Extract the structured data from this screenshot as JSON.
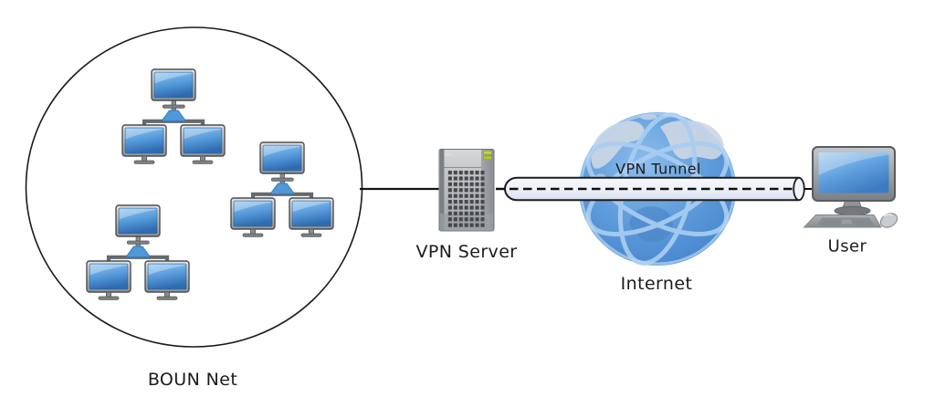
{
  "diagram": {
    "type": "vpn-network-topology",
    "background": "#ffffff",
    "labels": {
      "network": "BOUN Net",
      "server": "VPN Server",
      "tunnel": "VPN Tunnel",
      "internet": "Internet",
      "user": "User"
    },
    "structure": {
      "boun_net_clusters": 3,
      "computers_per_cluster": 3,
      "connections": [
        "BOUN Net - VPN Server",
        "VPN Server - VPN Tunnel - User",
        "VPN Tunnel passes through Internet"
      ]
    },
    "colors": {
      "outline": "#1a1a1a",
      "monitor_screen_blue": "#4f98da",
      "monitor_frame_gray": "#b6babe",
      "connector_gray": "#66696c",
      "hub_wedge_blue": "#4f98da",
      "server_body_gray": "#b9bbbd",
      "server_led_green": "#c0d232",
      "tunnel_fill": "#e9eef8",
      "globe_blue": "#4e8fd2",
      "globe_arc_light_blue": "#a9cdf1",
      "continent_light": "#ccd7e3"
    }
  }
}
